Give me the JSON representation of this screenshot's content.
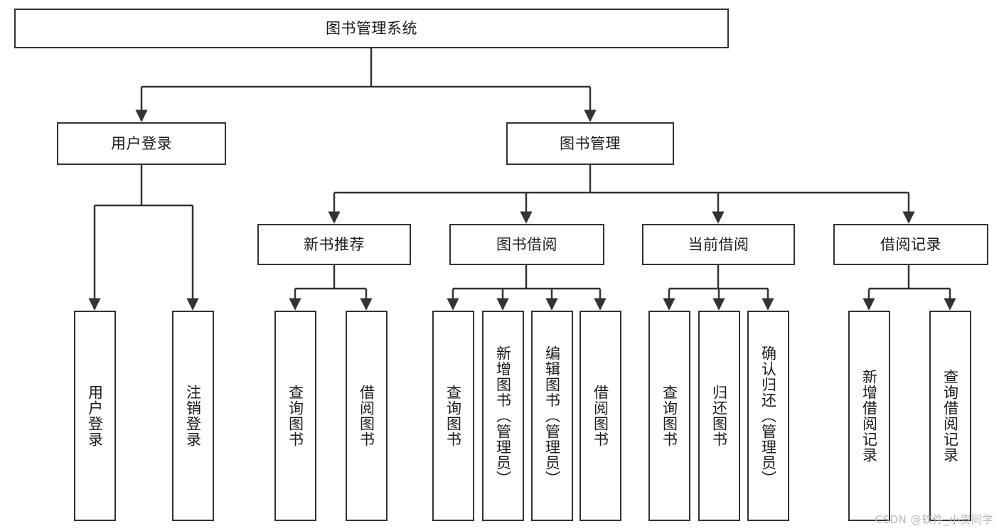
{
  "diagram": {
    "type": "tree",
    "title": "图书管理系统",
    "stroke_color": "#333333",
    "background_color": "#ffffff",
    "text_color": "#1a1a1a",
    "nodes": {
      "root": {
        "label": "图书管理系统",
        "orientation": "horizontal"
      },
      "user_login": {
        "label": "用户登录",
        "orientation": "horizontal"
      },
      "book_manage": {
        "label": "图书管理",
        "orientation": "horizontal"
      },
      "new_book_rec": {
        "label": "新书推荐",
        "orientation": "horizontal"
      },
      "book_borrow": {
        "label": "图书借阅",
        "orientation": "horizontal"
      },
      "current_borrow": {
        "label": "当前借阅",
        "orientation": "horizontal"
      },
      "borrow_record": {
        "label": "借阅记录",
        "orientation": "horizontal"
      },
      "leaf_user_login": {
        "label": "用户登录",
        "orientation": "vertical"
      },
      "leaf_logout": {
        "label": "注销登录",
        "orientation": "vertical"
      },
      "leaf_query_book_rec": {
        "label": "查询图书",
        "orientation": "vertical"
      },
      "leaf_borrow_book_rec": {
        "label": "借阅图书",
        "orientation": "vertical"
      },
      "leaf_query_book_bw": {
        "label": "查询图书",
        "orientation": "vertical"
      },
      "leaf_add_book": {
        "label": "新增图书（管理员）",
        "orientation": "vertical"
      },
      "leaf_edit_book": {
        "label": "编辑图书（管理员）",
        "orientation": "vertical"
      },
      "leaf_borrow_book_bw": {
        "label": "借阅图书",
        "orientation": "vertical"
      },
      "leaf_query_book_cur": {
        "label": "查询图书",
        "orientation": "vertical"
      },
      "leaf_return_book": {
        "label": "归还图书",
        "orientation": "vertical"
      },
      "leaf_confirm_return": {
        "label": "确认归还（管理员）",
        "orientation": "vertical"
      },
      "leaf_add_record": {
        "label": "新增借阅记录",
        "orientation": "vertical"
      },
      "leaf_query_record": {
        "label": "查询借阅记录",
        "orientation": "vertical"
      }
    },
    "edges": [
      {
        "from": "root",
        "to": "user_login"
      },
      {
        "from": "root",
        "to": "book_manage"
      },
      {
        "from": "user_login",
        "to": "leaf_user_login"
      },
      {
        "from": "user_login",
        "to": "leaf_logout"
      },
      {
        "from": "book_manage",
        "to": "new_book_rec"
      },
      {
        "from": "book_manage",
        "to": "book_borrow"
      },
      {
        "from": "book_manage",
        "to": "current_borrow"
      },
      {
        "from": "book_manage",
        "to": "borrow_record"
      },
      {
        "from": "new_book_rec",
        "to": "leaf_query_book_rec"
      },
      {
        "from": "new_book_rec",
        "to": "leaf_borrow_book_rec"
      },
      {
        "from": "book_borrow",
        "to": "leaf_query_book_bw"
      },
      {
        "from": "book_borrow",
        "to": "leaf_add_book"
      },
      {
        "from": "book_borrow",
        "to": "leaf_edit_book"
      },
      {
        "from": "book_borrow",
        "to": "leaf_borrow_book_bw"
      },
      {
        "from": "current_borrow",
        "to": "leaf_query_book_cur"
      },
      {
        "from": "current_borrow",
        "to": "leaf_return_book"
      },
      {
        "from": "current_borrow",
        "to": "leaf_confirm_return"
      },
      {
        "from": "borrow_record",
        "to": "leaf_add_record"
      },
      {
        "from": "borrow_record",
        "to": "leaf_query_record"
      }
    ]
  },
  "watermark": {
    "text": "CSDN @软件_小贺同学",
    "color": "#b8b8b8"
  }
}
